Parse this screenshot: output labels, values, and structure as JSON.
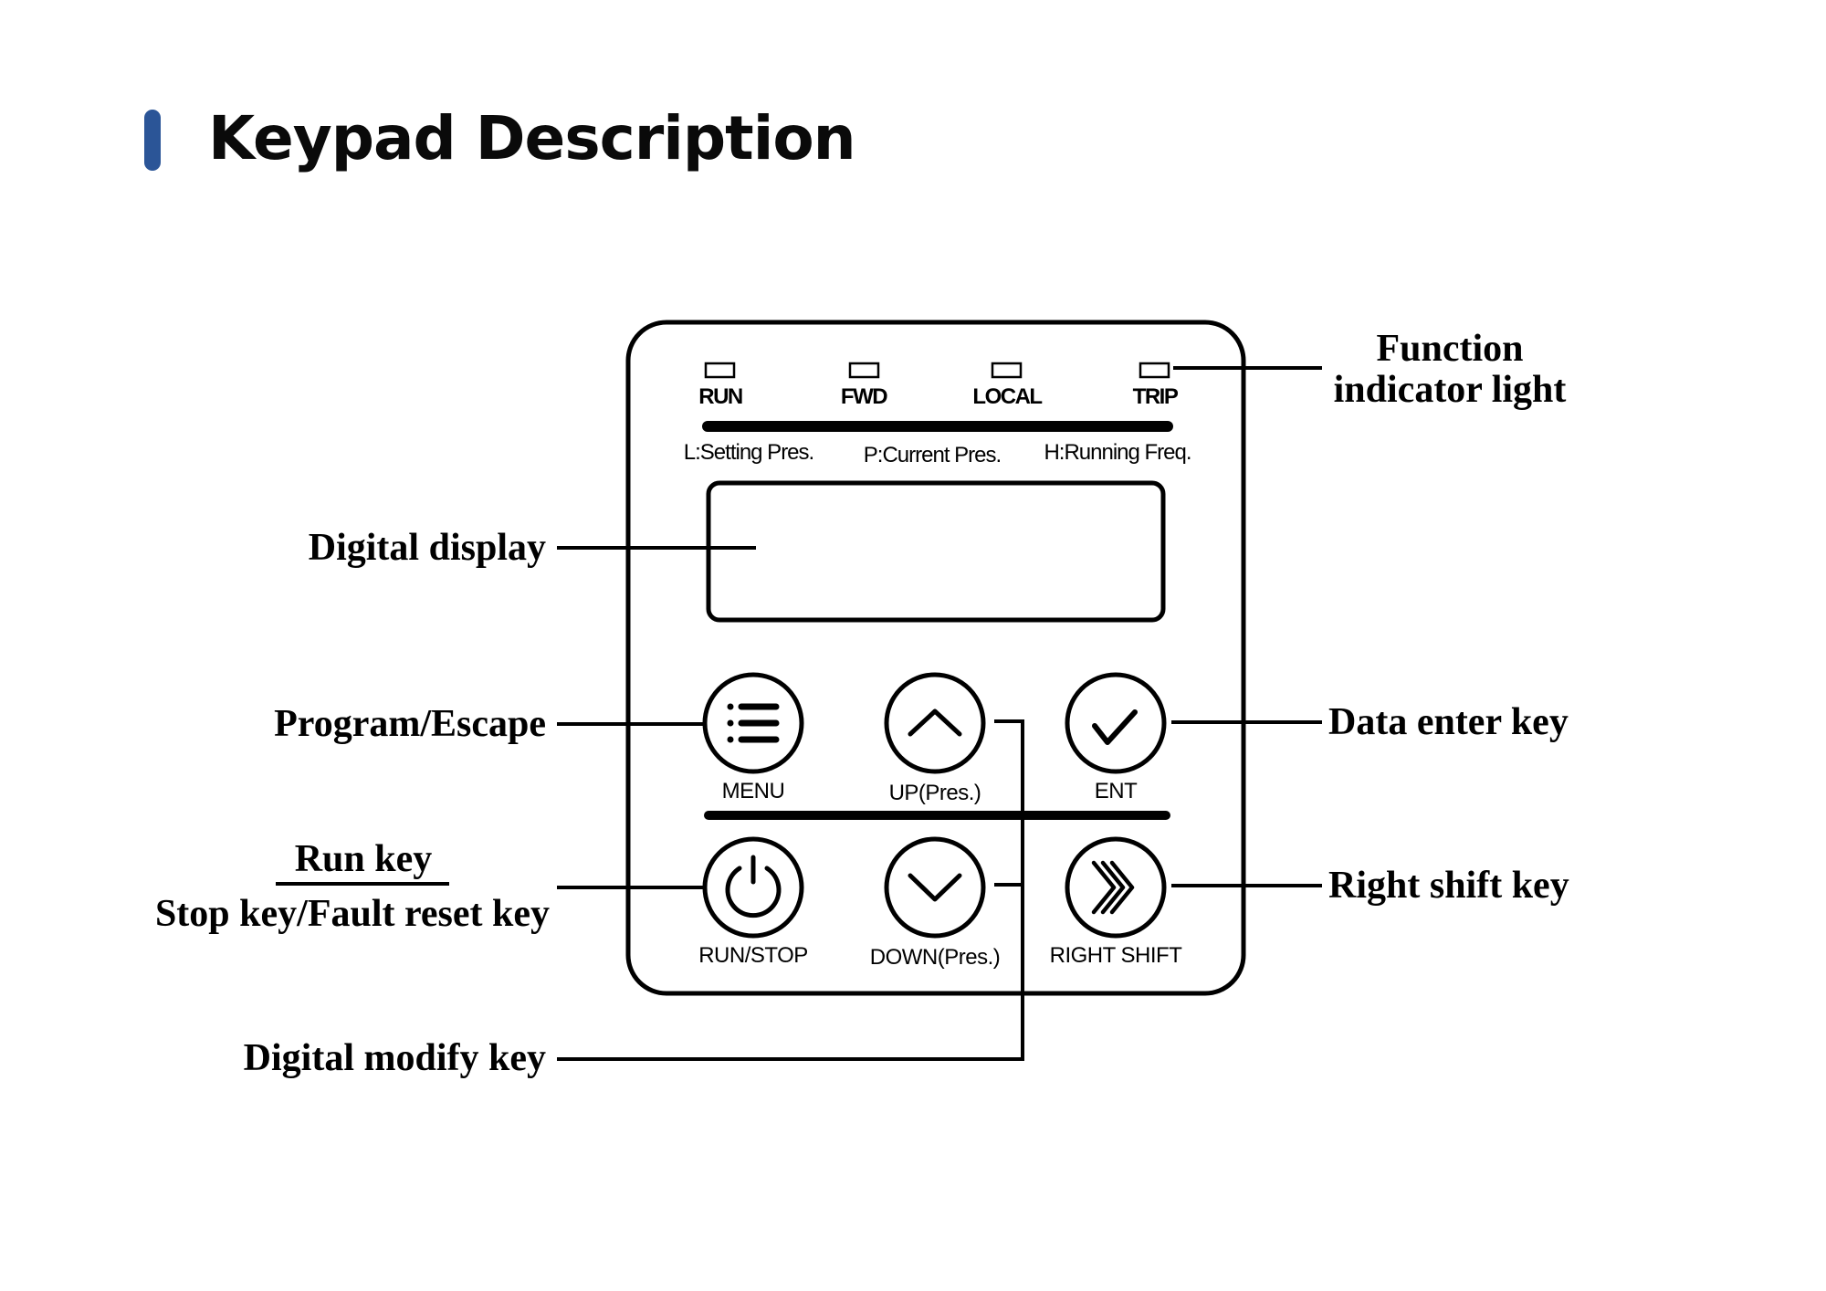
{
  "header": {
    "title": "Keypad Description",
    "accent_color": "#2B5597"
  },
  "keypad": {
    "indicators": [
      {
        "label": "RUN"
      },
      {
        "label": "FWD"
      },
      {
        "label": "LOCAL"
      },
      {
        "label": "TRIP"
      }
    ],
    "display_modes": [
      "L:Setting Pres.",
      "P:Current Pres.",
      "H:Running Freq."
    ],
    "keys": [
      {
        "label": "MENU",
        "icon": "menu-list-icon"
      },
      {
        "label": "UP(Pres.)",
        "icon": "chevron-up-icon"
      },
      {
        "label": "ENT",
        "icon": "checkmark-icon"
      },
      {
        "label": "RUN/STOP",
        "icon": "power-icon"
      },
      {
        "label": "DOWN(Pres.)",
        "icon": "chevron-down-icon"
      },
      {
        "label": "RIGHT SHIFT",
        "icon": "triple-chevron-right-icon"
      }
    ]
  },
  "callouts": {
    "function_indicator_line1": "Function",
    "function_indicator_line2": "indicator light",
    "digital_display": "Digital display",
    "program_escape": "Program/Escape",
    "data_enter": "Data enter key",
    "run_key": "Run key",
    "stop_fault_reset": "Stop key/Fault reset key",
    "right_shift": "Right shift key",
    "digital_modify": "Digital modify key"
  }
}
